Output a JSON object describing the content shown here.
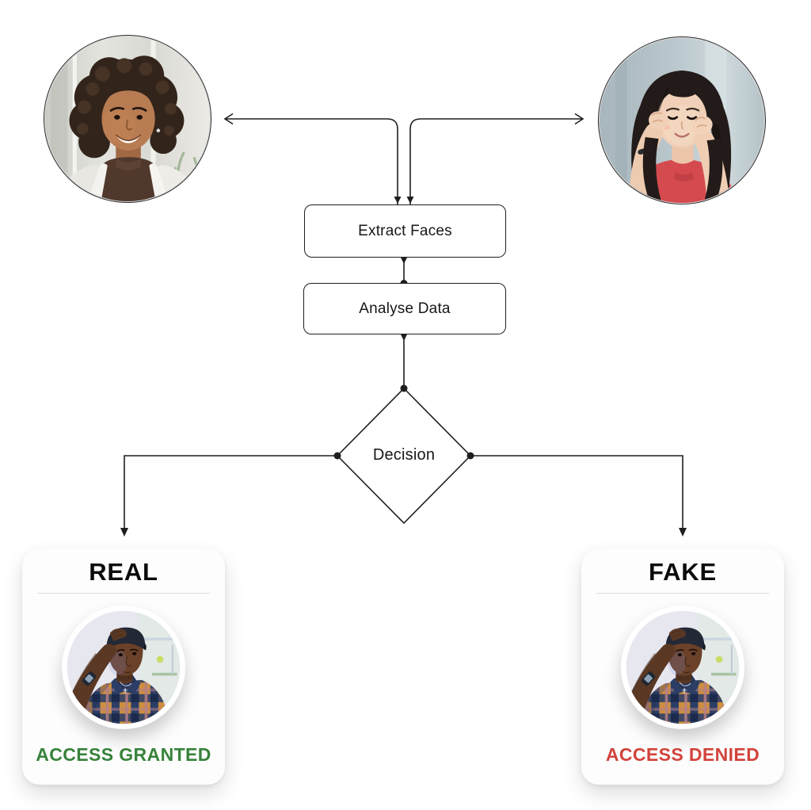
{
  "page": {
    "background": "#ffffff"
  },
  "flowchart": {
    "nodes": {
      "extract_faces": "Extract Faces",
      "analyse_data": "Analyse Data",
      "decision": "Decision"
    },
    "inputs": {
      "left_photo": "curly-hair-woman-photo",
      "right_photo": "long-hair-woman-photo"
    }
  },
  "results": {
    "real": {
      "title": "REAL",
      "status": "ACCESS GRANTED",
      "status_color": "#37823a",
      "photo": "plaid-shirt-man-photo"
    },
    "fake": {
      "title": "FAKE",
      "status": "ACCESS DENIED",
      "status_color": "#d2433c",
      "photo": "plaid-shirt-man-photo"
    }
  },
  "colors": {
    "connector_line": "#1f1f1f",
    "node_border": "#1f1f1f",
    "card_background": "#fdfdfd",
    "card_divider": "#dcdcdc",
    "access_granted": "#37823a",
    "access_denied": "#d2433c"
  }
}
